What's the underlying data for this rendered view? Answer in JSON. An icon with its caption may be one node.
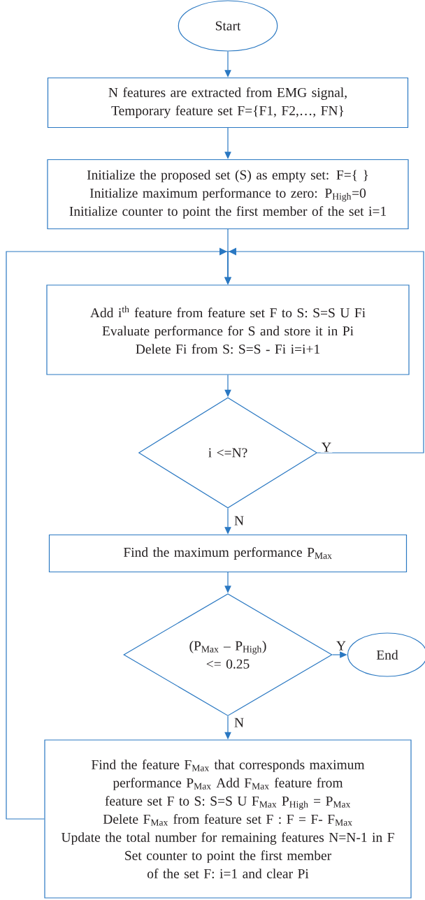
{
  "diagram": {
    "nodes": [
      {
        "text": [
          "Start"
        ]
      },
      {
        "text": [
          "N features are extracted from EMG signal,",
          "Temporary feature set F={F1, F2,…, FN}"
        ]
      },
      {
        "text": [
          "Initialize the proposed set (S) as empty set: F={ }",
          "Initialize maximum performance to zero: P$_{High}$=0",
          "Initialize counter to point the first member of the set i=1"
        ]
      },
      {
        "text": [
          "Add i$^{th}$ feature from feature set F to S: S=S U Fi",
          "Evaluate performance for S and store it in Pi",
          "Delete Fi from S: S=S - Fi i=i+1"
        ]
      },
      {
        "text": [
          "i <=N?"
        ]
      },
      {
        "text": [
          "Find the maximum performance P$_{Max}$"
        ]
      },
      {
        "text": [
          "(P$_{Max}$ – P$_{High}$) <= 0.25"
        ]
      },
      {
        "text": [
          "End"
        ]
      },
      {
        "text": [
          "Find the feature F$_{Max}$ that corresponds maximum performance P$_{Max}$ Add F$_{Max}$ feature from feature set F to S: S=S U F$_{Max}$ P$_{High}$ = P$_{Max}$",
          "Delete F$_{Max}$ from feature set F : F = F- F$_{Max}$",
          "Update the total number for remaining features N=N-1 in F",
          "Set counter to point the first member of the set F: i=1 and clear Pi"
        ]
      }
    ],
    "edges": [
      {
        "from": 0,
        "to": 1,
        "arrow": "to"
      },
      {
        "from": 1,
        "to": 2,
        "arrow": "to"
      },
      {
        "from": 2,
        "to": 3,
        "arrow": "to"
      },
      {
        "from": 3,
        "to": 4,
        "arrow": "to"
      },
      {
        "from": 4,
        "to": 5,
        "arrow": "to",
        "label": "N"
      },
      {
        "from": 4,
        "to": 3,
        "arrow": "to",
        "label": "Y"
      },
      {
        "from": 5,
        "to": 6,
        "arrow": "to"
      },
      {
        "from": 6,
        "to": 7,
        "arrow": "to",
        "label": "Y"
      },
      {
        "from": 6,
        "to": 8,
        "arrow": "to",
        "label": "N"
      },
      {
        "from": 8,
        "to": 3,
        "arrow": "to"
      }
    ]
  }
}
